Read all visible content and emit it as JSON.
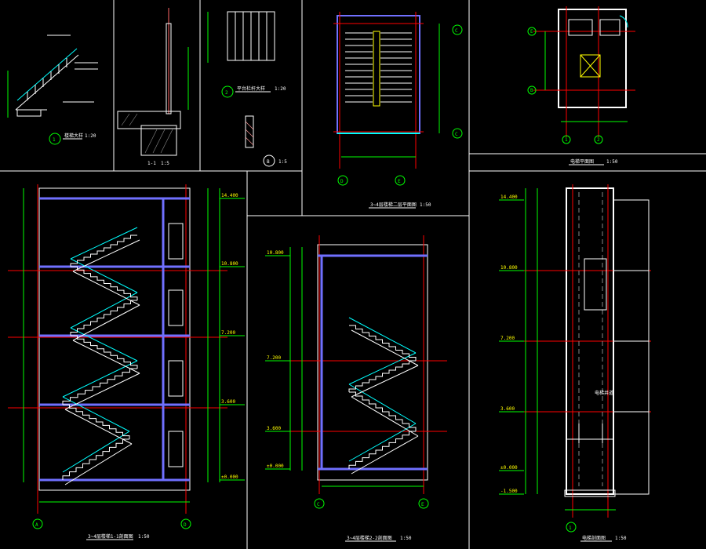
{
  "title": "楼梯、电梯详图",
  "colors": {
    "background": "#000000",
    "frame": "#ffffff",
    "axis": "#ff0000",
    "dimension": "#00ff00",
    "wall": "#7070ff",
    "stair": "#ffffff",
    "handrail": "#00ffff",
    "text": "#ffff00"
  },
  "panels": {
    "railing_detail": {
      "marker": "1",
      "caption": "楼梯大样",
      "scale": "1:20"
    },
    "baluster_section": {
      "caption": "1-1",
      "scale": "1:5"
    },
    "platform_railing": {
      "marker": "2",
      "caption": "平台栏杆大样",
      "scale": "1:20"
    },
    "handrail_section": {
      "marker": "B",
      "scale": "1:5"
    },
    "stair_plan": {
      "caption": "3~4层楼梯二层平面图",
      "scale": "1:50",
      "axis_left": "D",
      "axis_right": "E",
      "axis_top": "C",
      "axis_bottom": "C"
    },
    "elevator_plan": {
      "caption": "电梯平面图",
      "scale": "1:50",
      "axis_left_top": "E",
      "axis_left_bottom": "B",
      "axis_bottom_1": "1",
      "axis_bottom_2": "2"
    },
    "stair_section_left": {
      "caption": "3~4层楼梯1-1剖面图",
      "scale": "1:50",
      "axis_left": "A",
      "axis_right": "D"
    },
    "stair_section_mid": {
      "caption": "3~4层楼梯2-2剖面图",
      "scale": "1:50",
      "axis_left": "C",
      "axis_right": "E"
    },
    "elevator_section": {
      "caption": "电梯剖面图",
      "scale": "1:50",
      "axis_bottom": "1",
      "shaft_label": "电梯井道"
    }
  },
  "dimensions": {
    "left_section_levels": [
      "±0.000",
      "3.600",
      "7.200",
      "10.800",
      "14.400"
    ],
    "mid_section_levels": [
      "±0.000",
      "3.600",
      "7.200",
      "10.800"
    ],
    "elevator_levels": [
      "-1.500",
      "±0.000",
      "3.600",
      "7.200",
      "10.800",
      "14.400"
    ]
  }
}
